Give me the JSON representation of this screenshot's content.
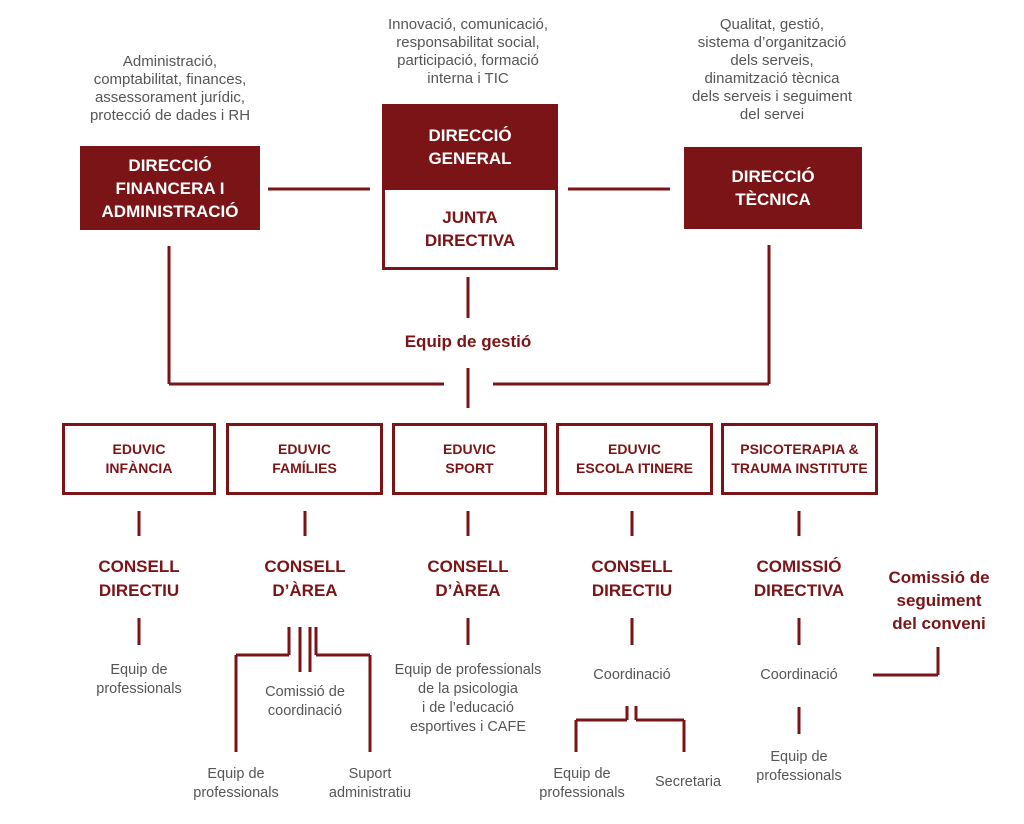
{
  "top": {
    "financera": {
      "label": "DIRECCIÓ\nFINANCERA I\nADMINISTRACIÓ",
      "desc": "Administració,\ncomptabilitat, finances,\nassessorament jurídic,\nprotecció de dades i RH"
    },
    "general": {
      "label": "DIRECCIÓ\nGENERAL",
      "desc": "Innovació, comunicació,\nresponsabilitat social,\nparticipació, formació\ninterna i TIC"
    },
    "junta": {
      "label": "JUNTA\nDIRECTIVA"
    },
    "tecnica": {
      "label": "DIRECCIÓ\nTÈCNICA",
      "desc": "Qualitat, gestió,\nsistema d’organització\ndels serveis,\ndinamització tècnica\ndels serveis i seguiment\ndel servei"
    }
  },
  "equip_gestio": "Equip de gestió",
  "units": [
    {
      "label": "EDUVIC\nINFÀNCIA",
      "council": "CONSELL\nDIRECTIU",
      "sub": "Equip de\nprofessionals"
    },
    {
      "label": "EDUVIC\nFAMÍLIES",
      "council": "CONSELL\nD’ÀREA",
      "sub": "Comissió de\ncoordinació",
      "leaves": [
        "Equip de\nprofessionals",
        "Suport\nadministratiu"
      ]
    },
    {
      "label": "EDUVIC\nSPORT",
      "council": "CONSELL\nD’ÀREA",
      "sub": "Equip de professionals\nde la psicologia\ni de l’educació\nesportives i CAFE"
    },
    {
      "label": "EDUVIC\nESCOLA ITINERE",
      "council": "CONSELL\nDIRECTIU",
      "sub": "Coordinació",
      "leaves": [
        "Equip de\nprofessionals",
        "Secretaria"
      ]
    },
    {
      "label": "PSICOTERAPIA &\nTRAUMA INSTITUTE",
      "council": "COMISSIÓ\nDIRECTIVA",
      "sub": "Coordinació",
      "leaves": [
        "Equip de\nprofessionals"
      ]
    }
  ],
  "comissio_seguiment": "Comissió de\nseguiment\ndel conveni",
  "colors": {
    "accent": "#7b1416",
    "text_gray": "#555555"
  }
}
